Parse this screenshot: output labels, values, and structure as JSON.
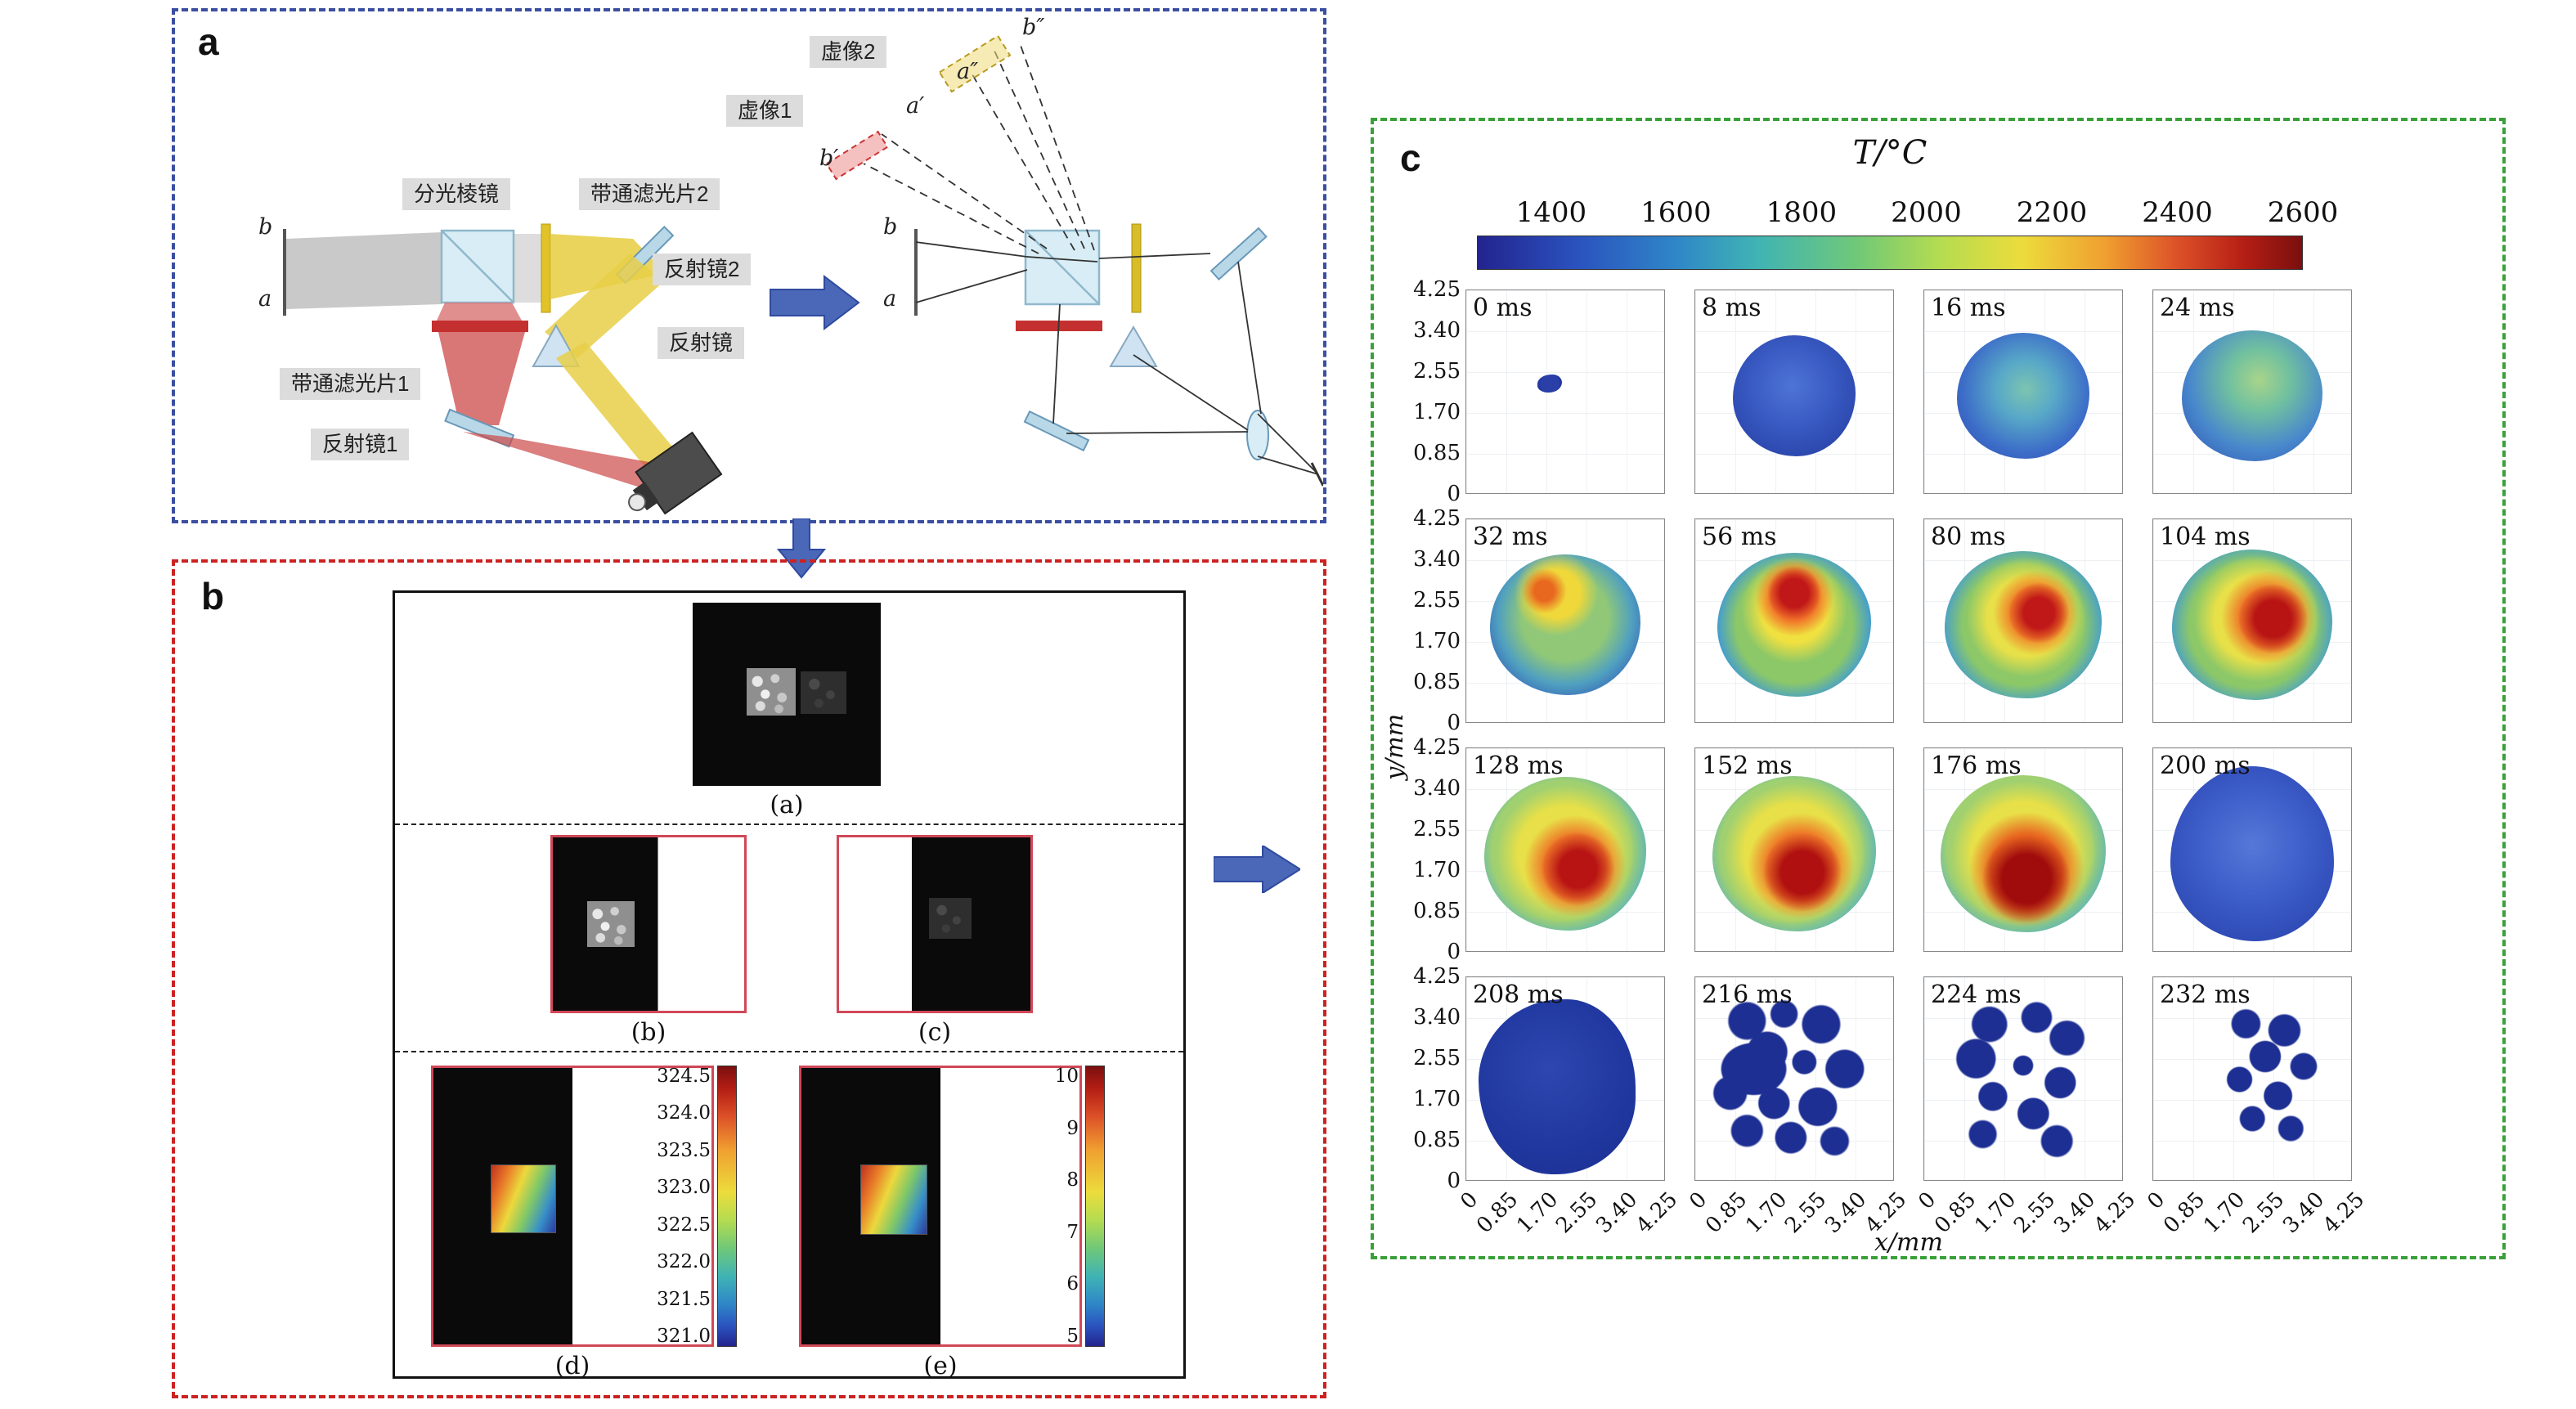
{
  "panel_a": {
    "label": "a",
    "optics_labels": {
      "beam_splitter": "分光棱镜",
      "bandpass_filter_2": "带通滤光片2",
      "mirror_2": "反射镜2",
      "mirror": "反射镜",
      "bandpass_filter_1": "带通滤光片1",
      "mirror_1": "反射镜1",
      "virtual_image_2": "虚像2",
      "virtual_image_1": "虚像1"
    },
    "ray_labels": {
      "left_b": "b",
      "left_a": "a",
      "right_b": "b",
      "right_a": "a",
      "b_double_prime": "b″",
      "a_double_prime": "a″",
      "a_prime": "a′",
      "b_prime": "b′"
    }
  },
  "panel_b": {
    "label": "b",
    "captions": {
      "a": "(a)",
      "b": "(b)",
      "c": "(c)",
      "d": "(d)",
      "e": "(e)"
    },
    "colorbar_d_ticks": [
      "324.5",
      "324.0",
      "323.5",
      "323.0",
      "322.5",
      "322.0",
      "321.5",
      "321.0"
    ],
    "colorbar_e_ticks": [
      "10",
      "9",
      "8",
      "7",
      "6",
      "5"
    ]
  },
  "panel_c": {
    "label": "c",
    "title": "T/°C",
    "colorbar_ticks": [
      "1400",
      "1600",
      "1800",
      "2000",
      "2200",
      "2400",
      "2600"
    ],
    "xlabel": "x/mm",
    "ylabel": "y/mm",
    "y_ticks": [
      "4.25",
      "3.40",
      "2.55",
      "1.70",
      "0.85",
      "0"
    ],
    "x_ticks": [
      "0",
      "0.85",
      "1.70",
      "2.55",
      "3.40",
      "4.25"
    ],
    "frames": [
      {
        "time": "0 ms",
        "blob": "tiny-dot"
      },
      {
        "time": "8 ms",
        "blob": "blue-small"
      },
      {
        "time": "16 ms",
        "blob": "cool-green"
      },
      {
        "time": "24 ms",
        "blob": "green-blue"
      },
      {
        "time": "32 ms",
        "blob": "warm-spot"
      },
      {
        "time": "56 ms",
        "blob": "hot-core"
      },
      {
        "time": "80 ms",
        "blob": "hot-right"
      },
      {
        "time": "104 ms",
        "blob": "hot-right2"
      },
      {
        "time": "128 ms",
        "blob": "very-hot"
      },
      {
        "time": "152 ms",
        "blob": "very-hot2"
      },
      {
        "time": "176 ms",
        "blob": "very-hot3"
      },
      {
        "time": "200 ms",
        "blob": "cool-large"
      },
      {
        "time": "208 ms",
        "blob": "dark-solid"
      },
      {
        "time": "216 ms",
        "blob": "fragments-a"
      },
      {
        "time": "224 ms",
        "blob": "fragments-b"
      },
      {
        "time": "232 ms",
        "blob": "fragments-c"
      }
    ]
  },
  "chart_data": [
    {
      "type": "heatmap",
      "title": "T/°C",
      "subject": "time sequence of droplet combustion temperature fields",
      "colorbar": {
        "label": "T/°C",
        "min": 1400,
        "max": 2600,
        "ticks": [
          1400,
          1600,
          1800,
          2000,
          2200,
          2400,
          2600
        ],
        "colormap": "jet"
      },
      "xlabel": "x/mm",
      "ylabel": "y/mm",
      "x_range": [
        0,
        4.25
      ],
      "y_range": [
        0,
        4.25
      ],
      "x_ticks": [
        0,
        0.85,
        1.7,
        2.55,
        3.4,
        4.25
      ],
      "y_ticks": [
        0,
        0.85,
        1.7,
        2.55,
        3.4,
        4.25
      ],
      "grid": true,
      "layout": "4x4 subplot grid",
      "frames": [
        {
          "time_ms": 0,
          "appearance": "tiny blue spot near centre",
          "approx_peak_T_C": 1450
        },
        {
          "time_ms": 8,
          "appearance": "small round blue droplet",
          "approx_peak_T_C": 1550
        },
        {
          "time_ms": 16,
          "appearance": "blue-cyan droplet with slight green centre",
          "approx_peak_T_C": 1750
        },
        {
          "time_ms": 24,
          "appearance": "blue droplet with green upper region",
          "approx_peak_T_C": 1850
        },
        {
          "time_ms": 32,
          "appearance": "green body with orange-yellow arc upper left",
          "approx_peak_T_C": 2100
        },
        {
          "time_ms": 56,
          "appearance": "green body with red hot core upper centre",
          "approx_peak_T_C": 2350
        },
        {
          "time_ms": 80,
          "appearance": "green-yellow body, red core centre-right",
          "approx_peak_T_C": 2400
        },
        {
          "time_ms": 104,
          "appearance": "green body, strong red core right of centre",
          "approx_peak_T_C": 2450
        },
        {
          "time_ms": 128,
          "appearance": "yellow-green body, large red zone lower right",
          "approx_peak_T_C": 2500
        },
        {
          "time_ms": 152,
          "appearance": "yellow-green body, large red zone lower centre",
          "approx_peak_T_C": 2500
        },
        {
          "time_ms": 176,
          "appearance": "green body, largest dark-red zone at bottom",
          "approx_peak_T_C": 2550
        },
        {
          "time_ms": 200,
          "appearance": "uniform blue egg-shaped cloud",
          "approx_peak_T_C": 1650
        },
        {
          "time_ms": 208,
          "appearance": "solid dark-blue irregular blob",
          "approx_peak_T_C": 1450
        },
        {
          "time_ms": 216,
          "appearance": "fragmenting dark-blue patches",
          "approx_peak_T_C": 1400
        },
        {
          "time_ms": 224,
          "appearance": "sparse dark-blue fragments",
          "approx_peak_T_C": 1400
        },
        {
          "time_ms": 232,
          "appearance": "few scattered dark-blue fragments",
          "approx_peak_T_C": 1400
        }
      ]
    },
    {
      "type": "heatmap",
      "title": "(d) registered sub-image with temperature colorbar",
      "colorbar": {
        "min": 321.0,
        "max": 324.5,
        "ticks": [
          324.5,
          324.0,
          323.5,
          323.0,
          322.5,
          322.0,
          321.5,
          321.0
        ],
        "colormap": "jet"
      }
    },
    {
      "type": "heatmap",
      "title": "(e) registered sub-image with intensity-ratio colorbar",
      "colorbar": {
        "min": 5,
        "max": 10,
        "ticks": [
          10,
          9,
          8,
          7,
          6,
          5
        ],
        "colormap": "jet"
      }
    }
  ]
}
